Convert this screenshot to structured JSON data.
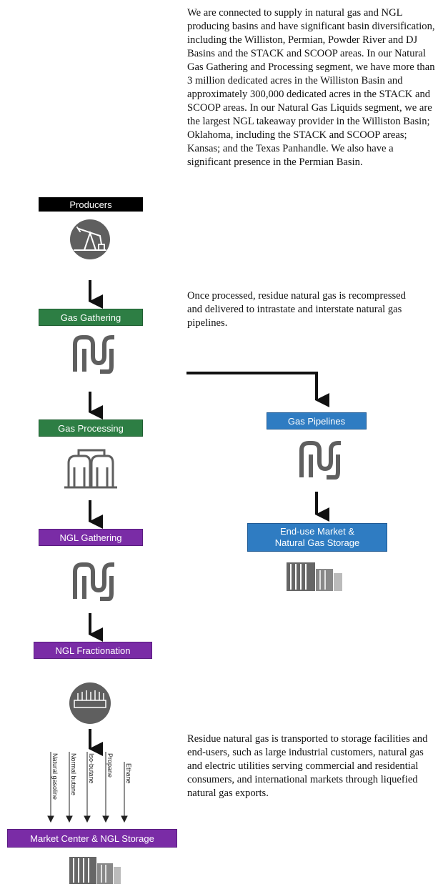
{
  "texts": {
    "para1": "We are connected to supply in natural gas and NGL producing basins and have significant basin diversification, including the Williston, Permian, Powder River and DJ Basins and the STACK and SCOOP areas. In our Natural Gas Gathering and Processing segment, we have more than 3 million dedicated acres in the Williston Basin and approximately 300,000 dedicated acres in the STACK and SCOOP areas. In our Natural Gas Liquids segment, we are the largest NGL takeaway provider in the Williston Basin; Oklahoma, including the STACK and SCOOP areas; Kansas; and the Texas Panhandle. We also have a significant presence in the Permian Basin.",
    "para2": "Once processed, residue natural gas is recompressed and delivered to intrastate and interstate natural gas pipelines.",
    "para3": "Residue natural gas is transported to storage facilities and end-users, such as large industrial customers, natural gas and electric utilities serving commercial and residential consumers, and international markets through liquefied natural gas exports."
  },
  "stages": {
    "producers": "Producers",
    "gas_gathering": "Gas Gathering",
    "gas_processing": "Gas Processing",
    "ngl_gathering": "NGL Gathering",
    "ngl_fractionation": "NGL Fractionation",
    "market_center": "Market Center & NGL Storage",
    "gas_pipelines": "Gas Pipelines",
    "end_use_line1": "End-use Market &",
    "end_use_line2": "Natural Gas Storage"
  },
  "products": [
    "Natural gasoline",
    "Normal butane",
    "Iso-butane",
    "Propane",
    "Ethane"
  ],
  "colors": {
    "producers": "#000000",
    "gathering_processing": "#2d7e44",
    "ngl": "#7a2ca6",
    "pipelines": "#2f7cc2",
    "icon_gray": "#5f5f5f"
  },
  "icons": [
    "pumpjack-icon",
    "pipe-icon",
    "processing-tanks-icon",
    "fractionator-icon",
    "storage-tanks-icon"
  ]
}
